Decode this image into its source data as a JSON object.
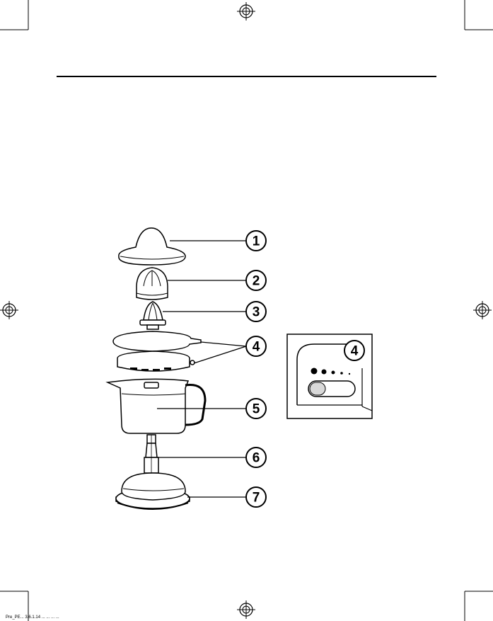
{
  "callouts": [
    {
      "id": 1,
      "label": "1",
      "part": "lid"
    },
    {
      "id": 2,
      "label": "2",
      "part": "large-cone"
    },
    {
      "id": 3,
      "label": "3",
      "part": "small-cone"
    },
    {
      "id": 4,
      "label": "4",
      "part": "filter-and-spout"
    },
    {
      "id": 5,
      "label": "5",
      "part": "juice-jug"
    },
    {
      "id": 6,
      "label": "6",
      "part": "drive-shaft"
    },
    {
      "id": 7,
      "label": "7",
      "part": "motor-base"
    }
  ],
  "inset": {
    "label": "4",
    "part": "spout-close-up"
  },
  "icons": [
    "registration-mark-icon",
    "crop-mark-icon"
  ],
  "footer": {
    "text": "Pre_PE... 3.6.1.14 ... ... ... ..."
  },
  "colors": {
    "line": "#000000",
    "fill": "#ffffff",
    "shade": "#d8d8d8"
  }
}
